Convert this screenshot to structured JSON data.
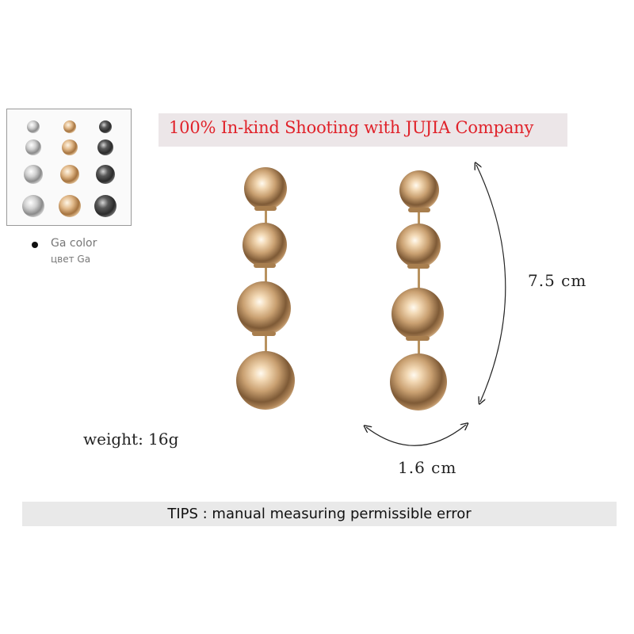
{
  "banner": {
    "text": "100% In-kind Shooting with JUJIA Company"
  },
  "swatch": {
    "label": "Ga color",
    "label_ru": "цвет Ga",
    "colors": [
      "silver",
      "gold",
      "gunmetal"
    ]
  },
  "dimensions": {
    "length": "7.5 cm",
    "width": "1.6 cm"
  },
  "weight": "weight: 16g",
  "tips": "TIPS : manual measuring permissible error",
  "colors": {
    "banner_text": "#e0222a",
    "banner_bg": "#ece6e8",
    "tips_bg": "#e9e9e9",
    "gold": "#c9a071"
  }
}
